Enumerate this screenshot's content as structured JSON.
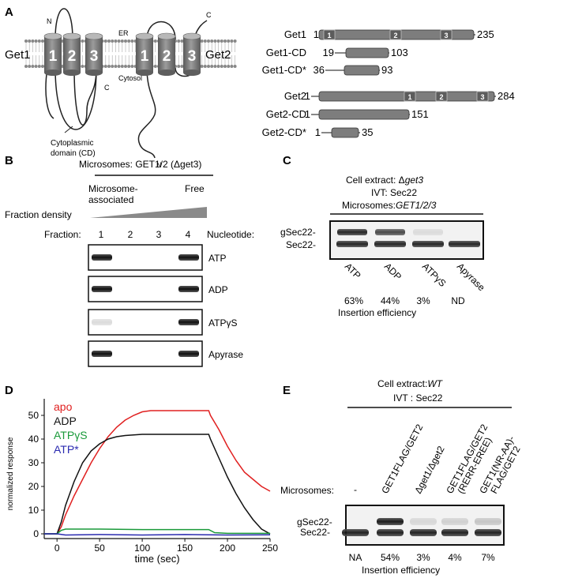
{
  "panels": {
    "A": "A",
    "B": "B",
    "C": "C",
    "D": "D",
    "E": "E"
  },
  "panel_a": {
    "protein1": "Get1",
    "protein2": "Get2",
    "tm_numbers": [
      "1",
      "2",
      "3",
      "1",
      "2",
      "3"
    ],
    "n_label": "N",
    "c_label": "C",
    "er_label": "ER",
    "cytosol_label": "Cytosol",
    "cd_label_line1": "Cytoplasmic",
    "cd_label_line2": "domain (CD)",
    "constructs": [
      {
        "name": "Get1",
        "start": "1",
        "end": "235",
        "tm": [
          "1",
          "2",
          "3"
        ]
      },
      {
        "name": "Get1-CD",
        "start": "19",
        "end": "103"
      },
      {
        "name": "Get1-CD*",
        "start": "36",
        "end": "93"
      },
      {
        "name": "Get2",
        "start": "1",
        "end": "284",
        "tm": [
          "1",
          "2",
          "3"
        ]
      },
      {
        "name": "Get2-CD",
        "start": "1",
        "end": "151"
      },
      {
        "name": "Get2-CD*",
        "start": "1",
        "end": "35"
      }
    ]
  },
  "panel_b": {
    "title": "Microsomes: GET1/2 (Δget3)",
    "assoc_line1": "Microsome-",
    "assoc_line2": "associated",
    "free": "Free",
    "density_label": "Fraction density",
    "fraction_label": "Fraction:",
    "fractions": [
      "1",
      "2",
      "3",
      "4"
    ],
    "nucleotide_label": "Nucleotide:",
    "blots": [
      {
        "label": "ATP",
        "bands": [
          1,
          0,
          0,
          1
        ]
      },
      {
        "label": "ADP",
        "bands": [
          1,
          0,
          0,
          1
        ]
      },
      {
        "label": "ATPγS",
        "bands": [
          0.15,
          0,
          0,
          1
        ]
      },
      {
        "label": "Apyrase",
        "bands": [
          1,
          0,
          0,
          1
        ]
      }
    ]
  },
  "panel_c": {
    "line1_prefix": "Cell extract: Δ",
    "line1_italic": "get3",
    "line2": "IVT: Sec22",
    "line3_prefix": "Microsomes:",
    "line3_italic": "GET1/2/3",
    "band_labels": [
      "gSec22-",
      "Sec22-"
    ],
    "lanes": [
      "ATP",
      "ADP",
      "ATPγS",
      "Apyrase"
    ],
    "efficiencies": [
      "63%",
      "44%",
      "3%",
      "ND"
    ],
    "footer": "Insertion efficiency",
    "gsec22_intensity": [
      0.9,
      0.75,
      0.1,
      0.0
    ]
  },
  "panel_d": {
    "legend": [
      {
        "name": "apo",
        "color": "#e02020"
      },
      {
        "name": "ADP",
        "color": "#111111"
      },
      {
        "name": "ATPγS",
        "color": "#1a9a3a"
      },
      {
        "name": "ATP*",
        "color": "#2b2bb0"
      }
    ]
  },
  "chart_data": {
    "type": "line",
    "xlabel": "time (sec)",
    "ylabel": "normalized response",
    "xlim": [
      -15,
      250
    ],
    "ylim": [
      -2,
      57
    ],
    "xticks": [
      0,
      50,
      100,
      150,
      200,
      250
    ],
    "yticks": [
      0,
      10,
      20,
      30,
      40,
      50
    ],
    "series": [
      {
        "name": "apo",
        "color": "#e02020",
        "x": [
          -15,
          0,
          5,
          10,
          20,
          30,
          40,
          50,
          60,
          70,
          80,
          90,
          100,
          110,
          120,
          140,
          160,
          178,
          180,
          190,
          200,
          210,
          220,
          230,
          240,
          250
        ],
        "y": [
          0,
          0,
          3,
          8,
          16,
          23,
          30,
          36,
          41,
          45,
          48,
          50,
          51.5,
          52,
          52,
          52,
          52,
          52,
          50,
          44,
          37,
          31,
          26,
          23,
          20,
          18
        ]
      },
      {
        "name": "ADP",
        "color": "#111111",
        "x": [
          -15,
          0,
          5,
          10,
          20,
          30,
          40,
          50,
          60,
          70,
          80,
          100,
          120,
          140,
          160,
          178,
          180,
          190,
          200,
          210,
          220,
          230,
          240,
          250
        ],
        "y": [
          0,
          0,
          5,
          12,
          22,
          30,
          35,
          38,
          40,
          41,
          41.5,
          42,
          42,
          42,
          42,
          42,
          40,
          32,
          24,
          17,
          11,
          6,
          2,
          0
        ]
      },
      {
        "name": "ATPγS",
        "color": "#1a9a3a",
        "x": [
          -15,
          0,
          5,
          10,
          20,
          50,
          100,
          150,
          178,
          185,
          200,
          250
        ],
        "y": [
          0,
          0,
          1.5,
          2,
          2,
          2,
          1.8,
          1.8,
          1.8,
          0.5,
          0.2,
          0.2
        ]
      },
      {
        "name": "ATP*",
        "color": "#2b2bb0",
        "x": [
          -15,
          0,
          10,
          50,
          100,
          150,
          200,
          250
        ],
        "y": [
          0,
          0,
          -0.5,
          -0.3,
          -0.5,
          -0.3,
          -0.5,
          -0.4
        ]
      }
    ]
  },
  "panel_e": {
    "line1_prefix": "Cell extract:",
    "line1_italic": "WT",
    "line2": "IVT : Sec22",
    "microsomes_label": "Microsomes:",
    "lanes": [
      {
        "label1": "-",
        "label2": ""
      },
      {
        "label1": "GET1FLAG/GET2",
        "label2": ""
      },
      {
        "label1": "Δget1/Δget2",
        "label2": ""
      },
      {
        "label1": "GET1FLAG/GET2",
        "label2": "(RERR-EREE)"
      },
      {
        "label1": "GET1(NR-AA)-",
        "label2": "FLAG/GET2"
      }
    ],
    "band_labels": [
      "gSec22-",
      "Sec22-"
    ],
    "efficiencies": [
      "NA",
      "54%",
      "3%",
      "4%",
      "7%"
    ],
    "footer": "Insertion efficiency",
    "gsec22_intensity": [
      0,
      0.95,
      0.12,
      0.15,
      0.2
    ]
  }
}
